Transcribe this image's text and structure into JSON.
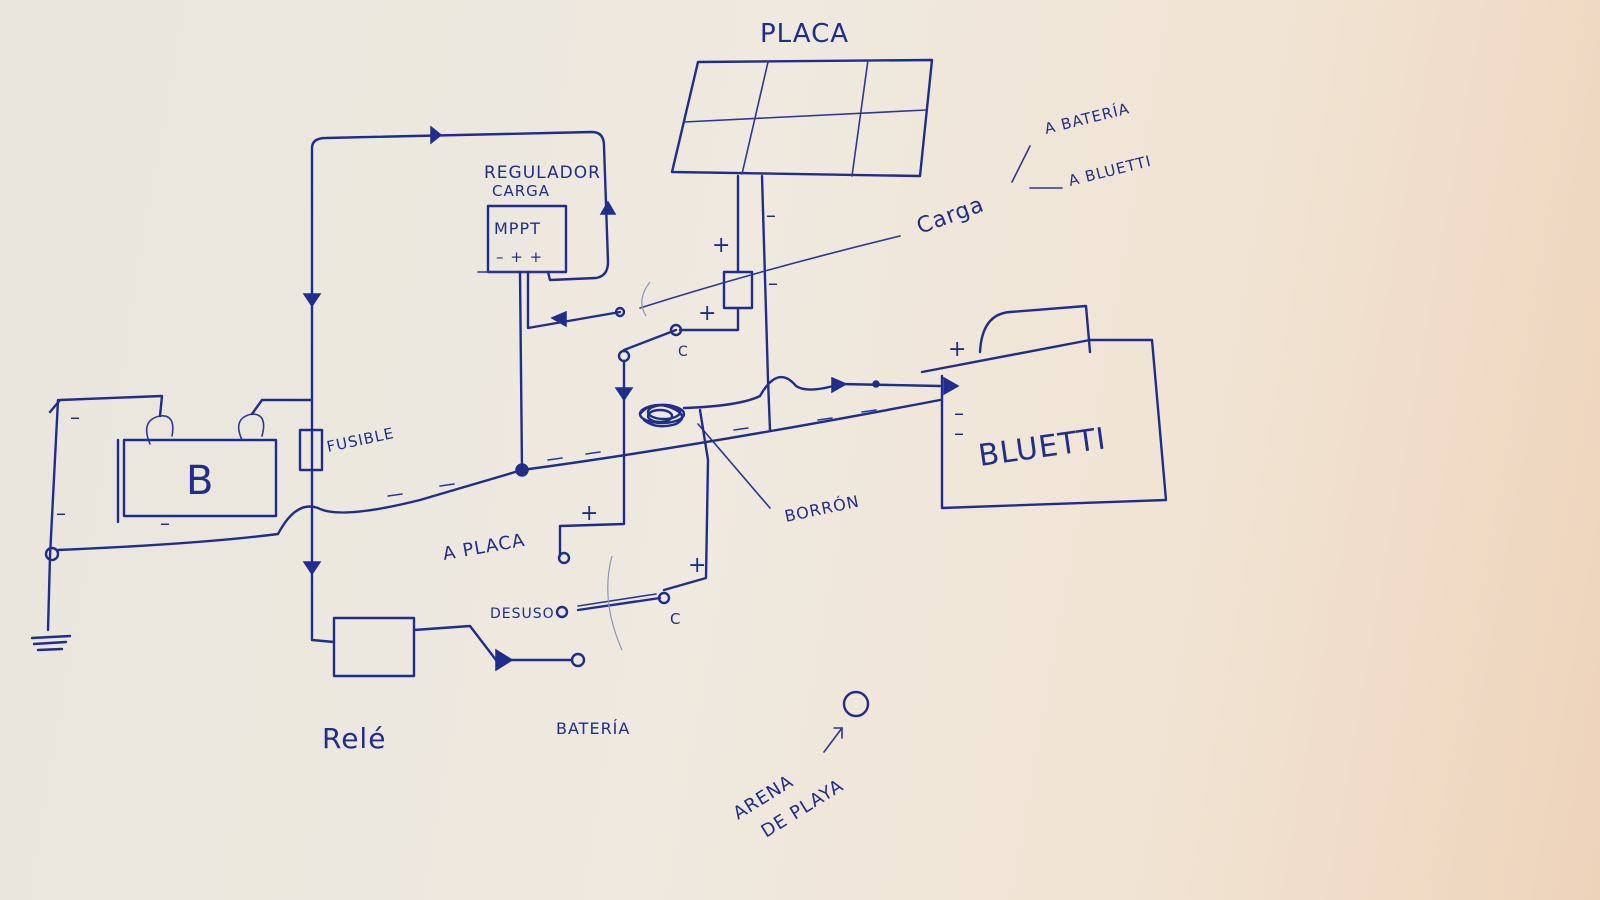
{
  "labels": {
    "panel": "PLACA",
    "regulator_line1": "REGULADOR",
    "regulator_line2": "CARGA",
    "mppt": "MPPT",
    "mppt_terminals": "– + +",
    "carga": "Carga",
    "to_battery": "A BATERÍA",
    "to_bluetti": "A BLUETTI",
    "fusible": "FUSIBLE",
    "battery_letter": "B",
    "bluetti": "BLUETTI",
    "borron": "BORRÓN",
    "a_placa": "A PLACA",
    "desuso": "DESUSO",
    "bateria": "BATERÍA",
    "rele": "Relé",
    "arena_line1": "ARENA",
    "arena_line2": "DE PLAYA",
    "common_c1": "C",
    "common_c2": "C",
    "plus": "+",
    "minus": "–"
  },
  "colors": {
    "ink": "#1f2e8a",
    "paper": "#efe9df"
  }
}
